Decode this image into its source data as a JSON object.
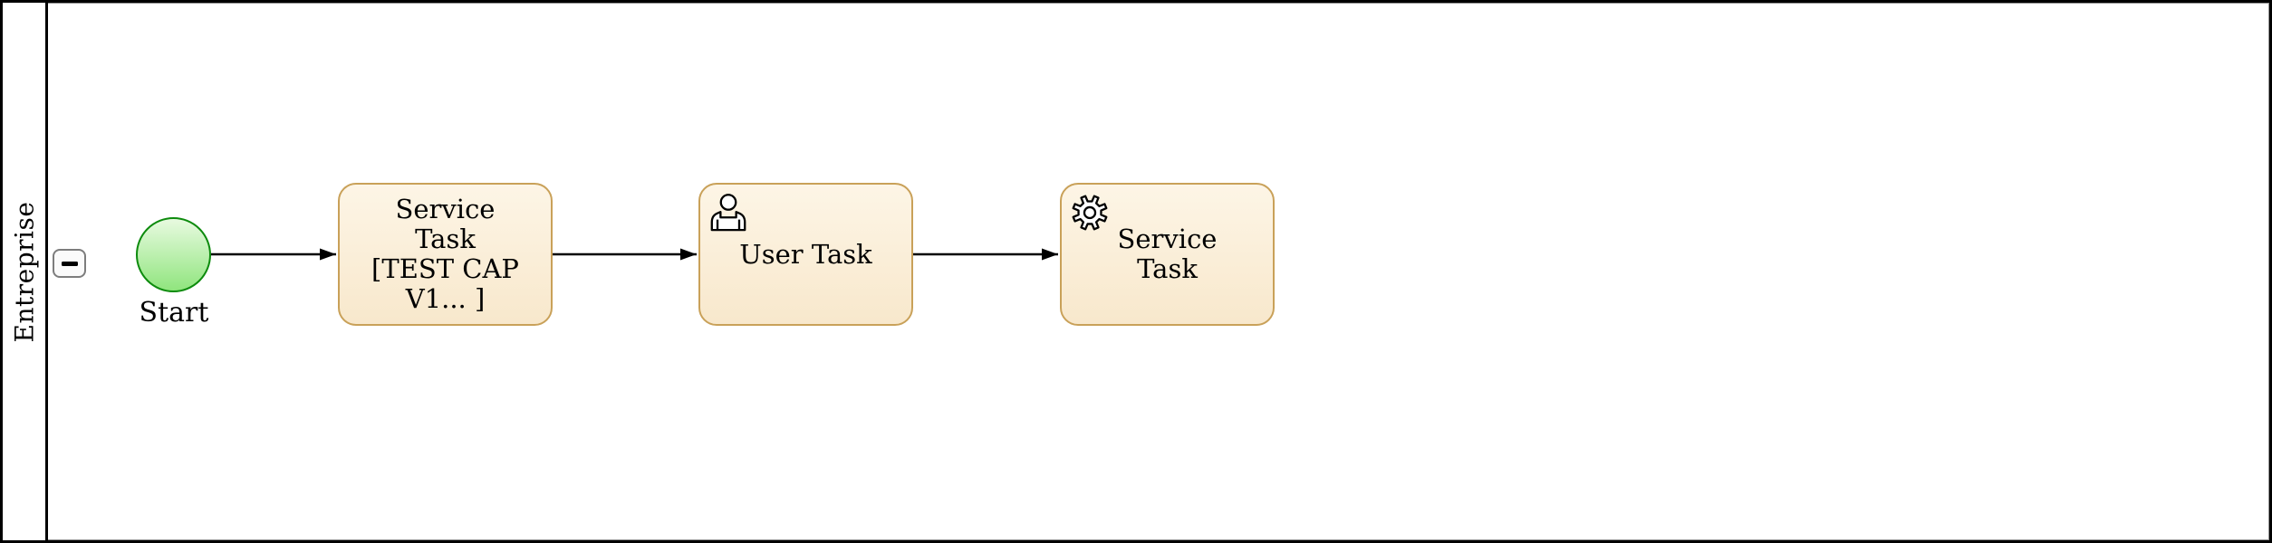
{
  "diagram": {
    "kind": "BPMN process diagram",
    "pool": {
      "lane_label": "Entreprise",
      "collapse_button": {
        "icon": "minus-icon",
        "symbol": "−"
      }
    },
    "nodes": [
      {
        "id": "start",
        "type": "start-event",
        "label": "Start"
      },
      {
        "id": "task-1",
        "type": "service-task",
        "icon": null,
        "lines": [
          "Service",
          "Task",
          "[TEST CAP",
          "V1... ]"
        ]
      },
      {
        "id": "task-2",
        "type": "user-task",
        "icon": "user-icon",
        "lines": [
          "User Task"
        ]
      },
      {
        "id": "task-3",
        "type": "service-task",
        "icon": "gear-icon",
        "lines": [
          "Service",
          "Task"
        ]
      }
    ],
    "flows": [
      {
        "from": "start",
        "to": "task-1"
      },
      {
        "from": "task-1",
        "to": "task-2"
      },
      {
        "from": "task-2",
        "to": "task-3"
      }
    ],
    "colors": {
      "canvas_bg": "#ffffff",
      "lane_border": "#000000",
      "lane_inner_border": "#909090",
      "task_fill_top": "#fdf5e6",
      "task_fill_bottom": "#f8e8cc",
      "task_border": "#c9a159",
      "event_fill_top": "#e8fae0",
      "event_fill_bottom": "#90e57e",
      "event_border": "#0d8b0d",
      "connector": "#000000"
    }
  }
}
